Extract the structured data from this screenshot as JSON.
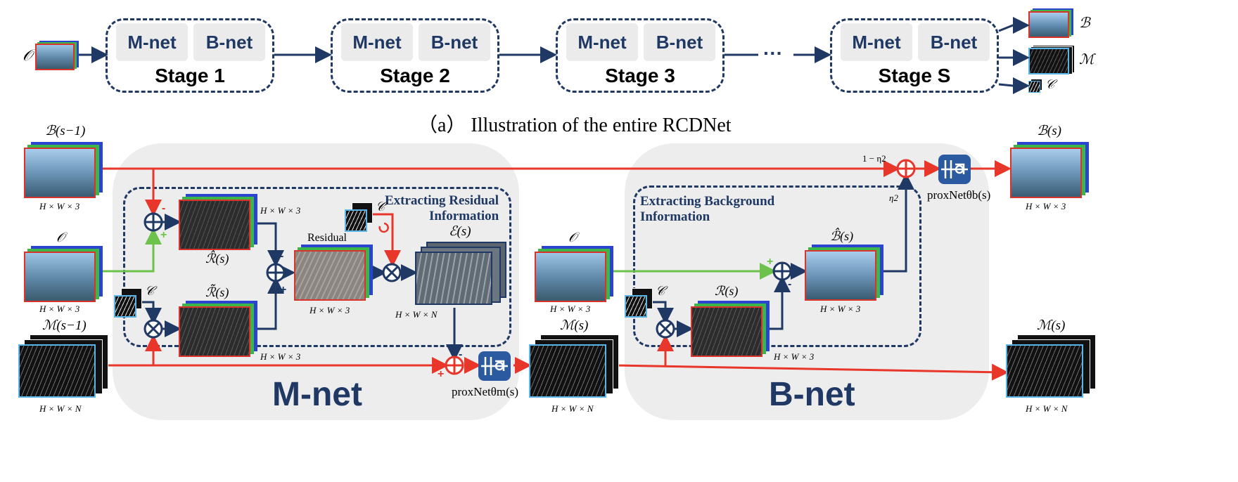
{
  "pipeline": {
    "input_symbol": "𝒪",
    "stages": [
      {
        "m": "M-net",
        "b": "B-net",
        "label": "Stage 1"
      },
      {
        "m": "M-net",
        "b": "B-net",
        "label": "Stage 2"
      },
      {
        "m": "M-net",
        "b": "B-net",
        "label": "Stage 3"
      },
      {
        "m": "M-net",
        "b": "B-net",
        "label": "Stage S"
      }
    ],
    "ellipsis": "···",
    "outputs": [
      "ℬ",
      "ℳ",
      "𝒞"
    ]
  },
  "caption_a": "（a） Illustration of the entire RCDNet",
  "detail": {
    "b_prev": "ℬ(s−1)",
    "o_label": "𝒪",
    "m_prev": "ℳ(s−1)",
    "dim_hw3": "H × W × 3",
    "dim_hwn": "H × W × N",
    "c_label": "𝒞",
    "r_hat": "ℛ̂(s)",
    "r_tilde": "ℛ̃(s)",
    "residual": "Residual",
    "e_label": "ℰ(s)",
    "extract_residual": [
      "Extracting Residual",
      "Information"
    ],
    "extract_background": [
      "Extracting Background",
      "Information"
    ],
    "m_cur": "ℳ(s)",
    "r_cur": "ℛ(s)",
    "b_hat": "ℬ̂(s)",
    "b_cur": "ℬ(s)",
    "m_cur_out": "ℳ(s)",
    "one_minus_eta": "1 − η2",
    "eta": "η2",
    "prox_m": "proxNetθm(s)",
    "prox_b": "proxNetθb(s)",
    "mnet_label": "M-net",
    "bnet_label": "B-net",
    "signs": {
      "minus": "-",
      "plus": "+"
    }
  },
  "colors": {
    "navy": "#1f3864",
    "red": "#e8362a",
    "green": "#6cc24a",
    "panel": "#ededed"
  }
}
